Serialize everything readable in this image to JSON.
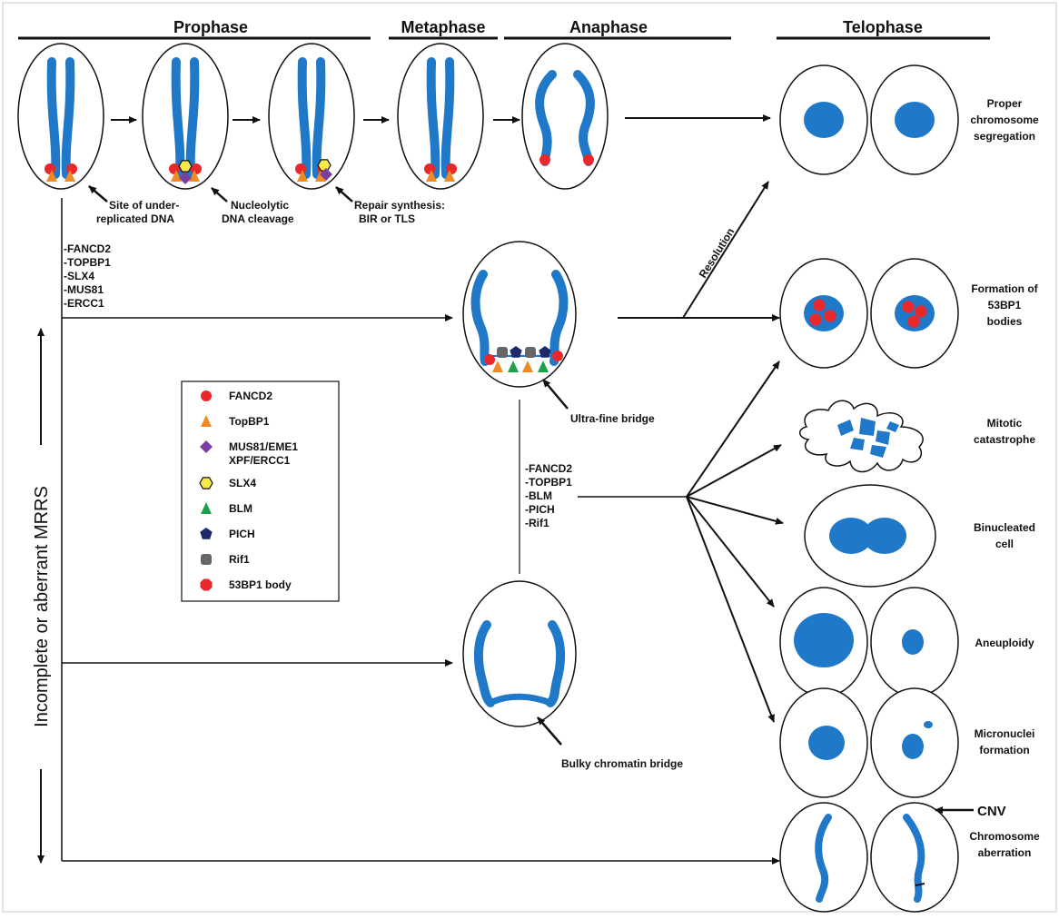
{
  "phases": {
    "prophase": "Prophase",
    "metaphase": "Metaphase",
    "anaphase": "Anaphase",
    "telophase": "Telophase"
  },
  "prophase_annotations": {
    "site": [
      "Site of under-",
      "replicated DNA"
    ],
    "cleavage": [
      "Nucleolytic",
      "DNA cleavage"
    ],
    "repair": [
      "Repair synthesis:",
      "BIR or TLS"
    ]
  },
  "deficiency_list_1": [
    "-FANCD2",
    "-TOPBP1",
    "-SLX4",
    "-MUS81",
    "-ERCC1"
  ],
  "deficiency_list_2": [
    "-FANCD2",
    "-TOPBP1",
    "-BLM",
    "-PICH",
    "-Rif1"
  ],
  "resolution_label": "Resolution",
  "side_label": "Incomplete or aberrant MRRS",
  "bridges": {
    "ultra_fine": "Ultra-fine bridge",
    "bulky": "Bulky chromatin bridge"
  },
  "outcomes": {
    "proper": [
      "Proper",
      "chromosome",
      "segregation"
    ],
    "bodies": [
      "Formation of",
      "53BP1",
      "bodies"
    ],
    "catastrophe": [
      "Mitotic",
      "catastrophe"
    ],
    "binucleated": [
      "Binucleated",
      "cell"
    ],
    "aneuploidy": [
      "Aneuploidy"
    ],
    "micronuclei": [
      "Micronuclei",
      "formation"
    ],
    "aberration": [
      "Chromosome",
      "aberration"
    ],
    "cnv": "CNV"
  },
  "legend": [
    {
      "label": "FANCD2",
      "shape": "circle",
      "color": "#e8282b"
    },
    {
      "label": "TopBP1",
      "shape": "triangle",
      "color": "#f08a24"
    },
    {
      "label": "MUS81/EME1\nXPF/ERCC1",
      "shape": "diamond",
      "color": "#7a3fa0"
    },
    {
      "label": "SLX4",
      "shape": "hexagon",
      "color": "#f7e94a"
    },
    {
      "label": "BLM",
      "shape": "triangle",
      "color": "#1ea04a"
    },
    {
      "label": "PICH",
      "shape": "pentagon",
      "color": "#1c2a6b"
    },
    {
      "label": "Rif1",
      "shape": "roundsquare",
      "color": "#666666"
    },
    {
      "label": "53BP1 body",
      "shape": "octagon",
      "color": "#e8282b"
    }
  ],
  "colors": {
    "chromatin": "#1f78c8",
    "fancd2": "#e8282b",
    "topbp1": "#f08a24",
    "mus81": "#7a3fa0",
    "slx4": "#f7e94a",
    "blm": "#1ea04a",
    "pich": "#1c2a6b",
    "rif1": "#666666"
  }
}
